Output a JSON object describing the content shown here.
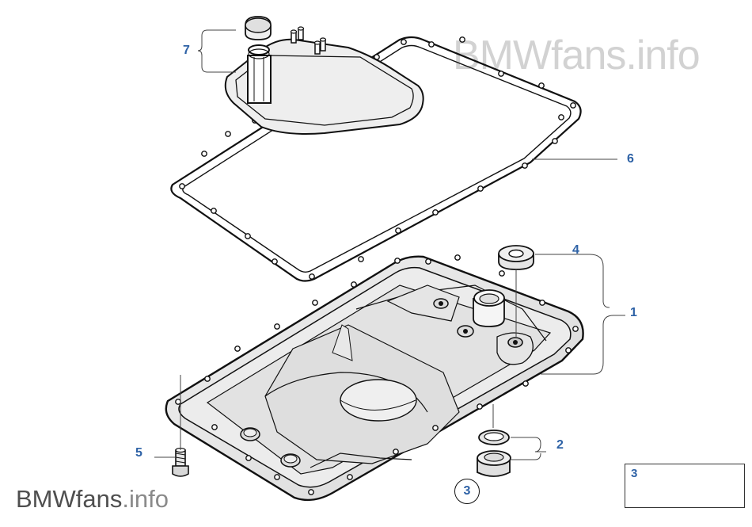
{
  "watermark": {
    "top_brand": "BMWfans",
    "top_suffix": ".info",
    "bottom_brand": "BMWfans",
    "bottom_suffix": ".info"
  },
  "callouts": {
    "item_7": "7",
    "item_6": "6",
    "item_4": "4",
    "item_1": "1",
    "item_5": "5",
    "item_2": "2",
    "item_3": "3"
  },
  "legend": {
    "number": "3"
  },
  "colors": {
    "callout": "#2e62a6",
    "line": "#111111",
    "pan_fill": "#e8e8e8",
    "filter_fill": "#eeeeee",
    "watermark_light": "#d2d2d2"
  }
}
